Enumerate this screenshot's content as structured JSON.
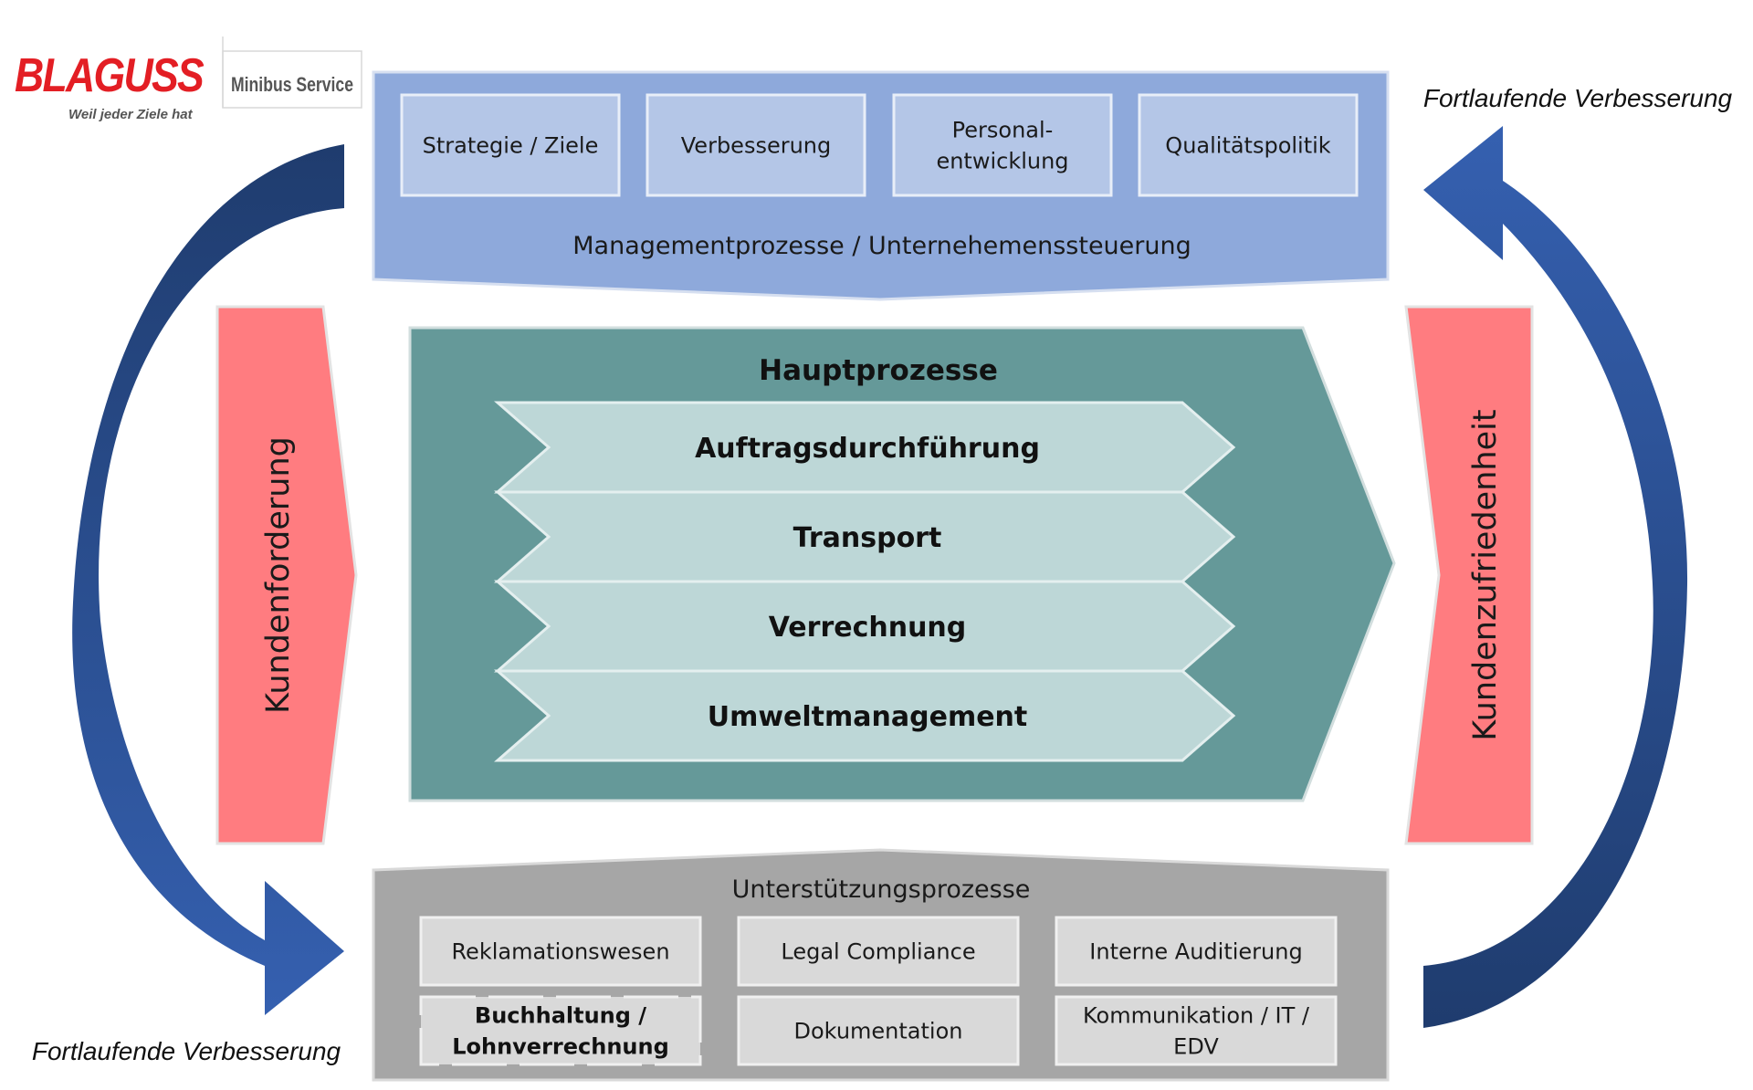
{
  "logo": {
    "brand": "BLAGUSS",
    "slogan": "Weil jeder Ziele hat",
    "sub_brand": "Minibus Service"
  },
  "loop_labels": {
    "top_right": "Fortlaufende Verbesserung",
    "bottom_left": "Fortlaufende Verbesserung"
  },
  "management": {
    "title": "Managementprozesse / Unternehemenssteuerung",
    "items": [
      {
        "lines": [
          "Strategie / Ziele"
        ]
      },
      {
        "lines": [
          "Verbesserung"
        ]
      },
      {
        "lines": [
          "Personal-",
          "entwicklung"
        ]
      },
      {
        "lines": [
          "Qualitätspolitik"
        ]
      }
    ]
  },
  "input": {
    "label": "Kundenforderung"
  },
  "output": {
    "label": "Kundenzufriedenheit"
  },
  "main": {
    "title": "Hauptprozesse",
    "items": [
      "Auftragsdurchführung",
      "Transport",
      "Verrechnung",
      "Umweltmanagement"
    ]
  },
  "support": {
    "title": "Unterstützungsprozesse",
    "items": [
      {
        "lines": [
          "Reklamationswesen"
        ],
        "bold": false
      },
      {
        "lines": [
          "Legal Compliance"
        ],
        "bold": false
      },
      {
        "lines": [
          "Interne Auditierung"
        ],
        "bold": false
      },
      {
        "lines": [
          "Buchhaltung /",
          "Lohnverrechnung"
        ],
        "bold": true
      },
      {
        "lines": [
          "Dokumentation"
        ],
        "bold": false
      },
      {
        "lines": [
          "Kommunikation / IT /",
          "EDV"
        ],
        "bold": false
      }
    ]
  },
  "colors": {
    "management_band": "#8ea9db",
    "management_box": "#b4c6e7",
    "main_band": "#659999",
    "main_chevron": "#bdd7d7",
    "support_band": "#a6a6a6",
    "support_box": "#d9d9d9",
    "side_arrow": "#ff7c80",
    "loop_arrow": "#2f5597",
    "logo_red": "#e31e24"
  }
}
